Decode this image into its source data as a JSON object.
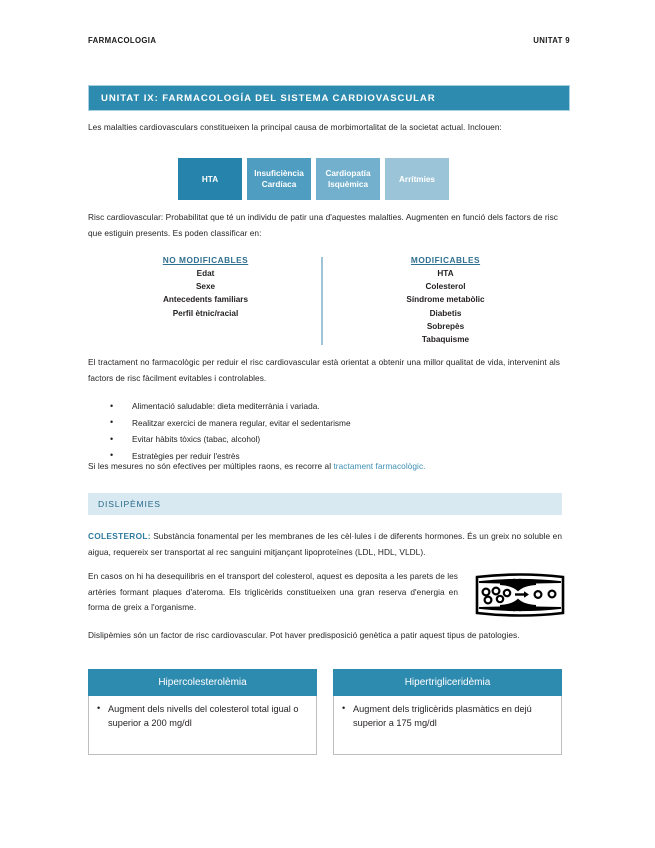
{
  "running_header": {
    "left": "FARMACOLOGIA",
    "right": "UNITAT 9"
  },
  "title_bar": {
    "text": "UNITAT IX: FARMACOLOGÍA DEL SISTEMA CARDIOVASCULAR",
    "background_color": "#2e8bb0",
    "border_color": "#a9cfe0",
    "text_color": "#ffffff"
  },
  "intro": {
    "paragraph": "Les malalties cardiovasculars constitueixen la principal causa de morbimortalitat de la societat actual. Inclouen:"
  },
  "disease_chips": [
    {
      "label": "HTA",
      "color": "#2683ab"
    },
    {
      "label": "Insuficiència Cardíaca",
      "color": "#4f9dc0"
    },
    {
      "label": "Cardiopatía Isquèmica",
      "color": "#72b0cd"
    },
    {
      "label": "Arrítmies",
      "color": "#9cc4d8"
    }
  ],
  "risk": {
    "paragraph": "Risc cardiovascular: Probabilitat que té un individu de patir una d'aquestes malalties. Augmenten en funció dels factors de risc que estiguin presents. Es poden classificar en:",
    "columns": [
      {
        "heading": "NO MODIFICABLES",
        "items": [
          "Edat",
          "Sexe",
          "Antecedents familiars",
          "Perfil ètnic/racial"
        ]
      },
      {
        "heading": "MODIFICABLES",
        "items": [
          "HTA",
          "Colesterol",
          "Síndrome metabòlic",
          "Diabetis",
          "Sobrepès",
          "Tabaquisme"
        ]
      }
    ],
    "heading_color": "#2f6f8f",
    "divider_color": "#9ec4d8"
  },
  "treatment": {
    "paragraph": "El tractament no farmacològic per reduir el risc cardiovascular està orientat a obtenir una millor qualitat de vida, intervenint als factors de risc fàcilment evitables i controlables.",
    "bullets": [
      "Alimentació saludable: dieta mediterrània i variada.",
      "Realitzar exercici de manera regular, evitar el sedentarisme",
      "Evitar hàbits tòxics (tabac, alcohol)",
      "Estratègies per reduir l'estrès"
    ],
    "closing_prefix": "Si les mesures no són efectives per múltiples raons, es recorre al ",
    "closing_link": "tractament farmacològic.",
    "link_color": "#3d8fb5"
  },
  "section_bar": {
    "text": "DISLIPÈMIES",
    "background_color": "#d9e9f1",
    "text_color": "#2a6a8a"
  },
  "cholesterol": {
    "term": "COLESTEROL:",
    "term_color": "#2f7b9e",
    "definition": " Substància fonamental per les membranes de les cèl·lules i de diferents hormones. És un greix no soluble en aigua, requereix ser transportat al rec sanguini mitjançant lipoproteïnes (LDL, HDL, VLDL)."
  },
  "deposit": {
    "paragraph": "En casos on hi ha desequilibris en el transport del colesterol, aquest es deposita a les parets de les artèries formant plaques d'ateroma. Els triglicèrids constitueixen una gran reserva d'energia en forma de greix a l'organisme.",
    "illustration": "artery-plaque-illustration"
  },
  "dyslipidemia": {
    "paragraph": "Dislipèmies són un factor de risc cardiovascular. Pot haver predisposició genètica a patir aquest tipus de patologies."
  },
  "cards": [
    {
      "title": "Hipercolesterolèmia",
      "bullet": "Augment dels nivells del colesterol total igual o superior a 200 mg/dl"
    },
    {
      "title": "Hipertrigliceridèmia",
      "bullet": "Augment dels triglicèrids plasmàtics en dejú superior a 175 mg/dl"
    }
  ],
  "card_style": {
    "head_color": "#2e8bb0",
    "border_color": "#bcbec0"
  }
}
